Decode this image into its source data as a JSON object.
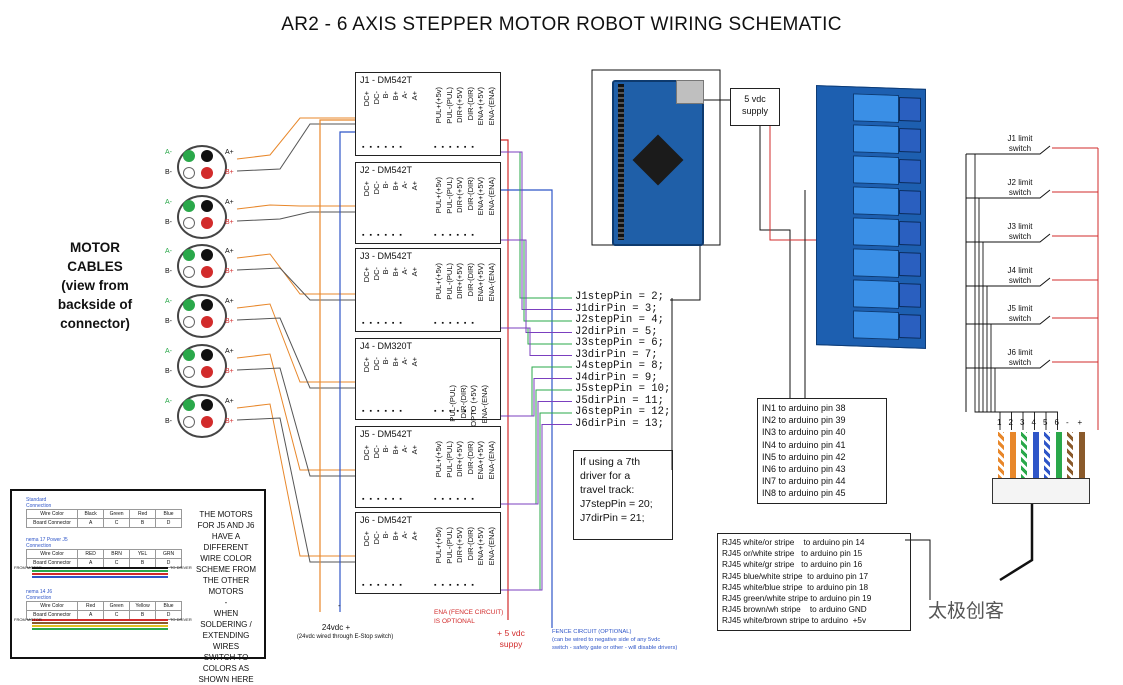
{
  "title": "AR2 - 6 AXIS STEPPER MOTOR ROBOT WIRING SCHEMATIC",
  "motor_cables_label": [
    "MOTOR",
    "CABLES",
    "(view from",
    "backside of",
    "connector)"
  ],
  "connector_labels": {
    "a_minus": "A-",
    "a_plus": "A+",
    "b_minus": "B-",
    "b_plus": "B+"
  },
  "drivers": [
    {
      "name": "J1 - DM542T",
      "left_pins": [
        "DC+",
        "DC-",
        "B-",
        "B+",
        "A-",
        "A+"
      ],
      "right_pins": [
        "PUL+(+5v)",
        "PUL-(PUL)",
        "DIR+(+5V)",
        "DIR-(DIR)",
        "ENA+(+5V)",
        "ENA-(ENA)"
      ]
    },
    {
      "name": "J2 - DM542T",
      "left_pins": [
        "DC+",
        "DC-",
        "B-",
        "B+",
        "A-",
        "A+"
      ],
      "right_pins": [
        "PUL+(+5v)",
        "PUL-(PUL)",
        "DIR+(+5V)",
        "DIR-(DIR)",
        "ENA+(+5V)",
        "ENA-(ENA)"
      ]
    },
    {
      "name": "J3 - DM542T",
      "left_pins": [
        "DC+",
        "DC-",
        "B-",
        "B+",
        "A-",
        "A+"
      ],
      "right_pins": [
        "PUL+(+5v)",
        "PUL-(PUL)",
        "DIR+(+5V)",
        "DIR-(DIR)",
        "ENA+(+5V)",
        "ENA-(ENA)"
      ]
    },
    {
      "name": "J4 - DM320T",
      "left_pins": [
        "DC+",
        "DC-",
        "B-",
        "B+",
        "A-",
        "A+"
      ],
      "right_pins": [
        "PUL-(PUL)",
        "DIR-(DIR)",
        "OPTO (+5V)",
        "ENA-(ENA)"
      ]
    },
    {
      "name": "J5 - DM542T",
      "left_pins": [
        "DC+",
        "DC-",
        "B-",
        "B+",
        "A-",
        "A+"
      ],
      "right_pins": [
        "PUL+(+5v)",
        "PUL-(PUL)",
        "DIR+(+5V)",
        "DIR-(DIR)",
        "ENA+(+5V)",
        "ENA-(ENA)"
      ]
    },
    {
      "name": "J6 - DM542T",
      "left_pins": [
        "DC+",
        "DC-",
        "B-",
        "B+",
        "A-",
        "A+"
      ],
      "right_pins": [
        "PUL+(+5v)",
        "PUL-(PUL)",
        "DIR+(+5V)",
        "DIR-(DIR)",
        "ENA+(+5V)",
        "ENA-(ENA)"
      ]
    }
  ],
  "pin_code": [
    "J1stepPin = 2;",
    "J1dirPin = 3;",
    "J2stepPin = 4;",
    "J2dirPin = 5;",
    "J3stepPin = 6;",
    "J3dirPin = 7;",
    "J4stepPin = 8;",
    "J4dirPin = 9;",
    "J5stepPin = 10;",
    "J5dirPin = 11;",
    "J6stepPin = 12;",
    "J6dirPin = 13;"
  ],
  "travel_note": [
    "If using a 7th",
    "driver for a",
    "travel track:",
    "J7stepPin = 20;",
    "J7dirPin = 21;"
  ],
  "supply_5v": [
    "5 vdc",
    "supply"
  ],
  "relay_map": [
    "IN1  to arduino pin 38",
    "IN2 to arduino pin 39",
    "IN3 to arduino pin 40",
    "IN4 to arduino pin 41",
    "IN5 to arduino pin 42",
    "IN6 to arduino pin 43",
    "IN7 to arduino pin 44",
    "IN8 to arduino pin 45"
  ],
  "rj45_map": [
    "RJ45 white/or stripe    to arduino pin 14",
    "RJ45 or/white stripe   to arduino pin 15",
    "RJ45 white/gr stripe   to arduino pin 16",
    "RJ45 blue/white stripe  to arduino pin 17",
    "RJ45 white/blue stripe  to arduino pin 18",
    "RJ45 green/white stripe to arduino pin 19",
    "RJ45 brown/wh stripe    to arduino GND",
    "RJ45 white/brown stripe to arduino  +5v"
  ],
  "limit_switches": [
    [
      "J1 limit",
      "switch"
    ],
    [
      "J2 limit",
      "switch"
    ],
    [
      "J3 limit",
      "switch"
    ],
    [
      "J4 limit",
      "switch"
    ],
    [
      "J5 limit",
      "switch"
    ],
    [
      "J6 limit",
      "switch"
    ]
  ],
  "rj45_pins": [
    "1",
    "2",
    "3",
    "4",
    "5",
    "6",
    "-",
    "+"
  ],
  "supply_24v": [
    "24vdc +",
    "-",
    "(24vdc wired through E-Stop switch)"
  ],
  "ena_note": [
    "ENA (FENCE CIRCUIT)",
    "IS OPTIONAL"
  ],
  "plus5_note": [
    "+ 5 vdc",
    "suppy"
  ],
  "fence_note": [
    "FENCE CIRCUIT  (OPTIONAL)",
    "(can be wired to negative side of any 5vdc",
    "switch - safety gate or other - will disable drivers)"
  ],
  "legend": {
    "note": [
      "THE MOTORS",
      "FOR J5 AND J6",
      "HAVE A DIFFERENT",
      "WIRE COLOR",
      "SCHEME FROM",
      "THE OTHER MOTORS",
      "-",
      "WHEN SOLDERING /",
      "EXTENDING WIRES",
      "SWITCH TO",
      "COLORS AS",
      "SHOWN HERE"
    ],
    "t1": {
      "title": [
        "Standard",
        "Connection"
      ],
      "rows": [
        [
          "Wire Color",
          "Black",
          "Green",
          "Red",
          "Blue"
        ],
        [
          "Board Connector",
          "A",
          "C",
          "B",
          "D"
        ]
      ]
    },
    "t2": {
      "title": [
        "nema 17 Power J5",
        "Connection"
      ],
      "rows": [
        [
          "Wire Color",
          "RED",
          "BRN",
          "YEL",
          "GRN"
        ],
        [
          "Board Connector",
          "A",
          "C",
          "B",
          "D"
        ]
      ]
    },
    "t3": {
      "title": [
        "nema 14 J6",
        "Connection"
      ],
      "rows": [
        [
          "Wire Color",
          "Red",
          "Green",
          "Yellow",
          "Blue"
        ],
        [
          "Board Connector",
          "A",
          "C",
          "B",
          "D"
        ]
      ]
    },
    "from_motor": [
      "FROM",
      "MOTOR"
    ],
    "to_driver": [
      "TO",
      "DRIVER"
    ]
  },
  "watermark": "太极创客",
  "colors": {
    "orange": "#e8872a",
    "red": "#d22b2b",
    "blue": "#2f56c8",
    "green": "#2aa84a",
    "brown": "#8a5a2b",
    "purple": "#7b3fbf",
    "board": "#1f5fa8",
    "relay": "#2a7fd8"
  }
}
